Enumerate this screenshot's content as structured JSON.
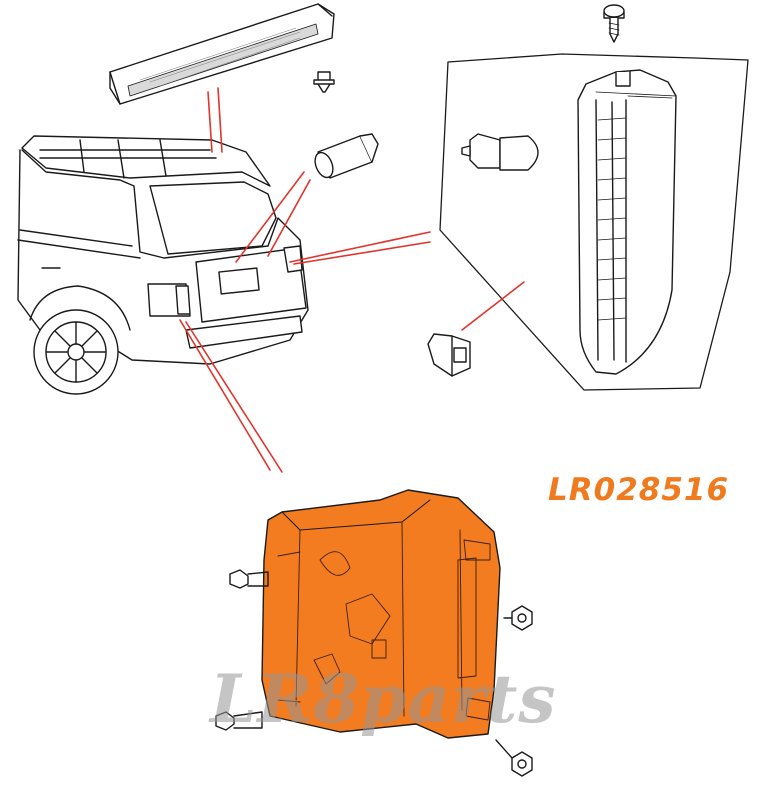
{
  "part_number": "LR028516",
  "watermark": "LR8parts",
  "colors": {
    "accent_orange": "#f07a1e",
    "lamp_fill": "#f37b20",
    "leader_red": "#e0342c",
    "line_ink": "#1a1a1a",
    "watermark_grey": "#999999"
  },
  "parts": [
    {
      "name": "high-mount-stop-lamp",
      "icon": "spoiler-lamp-icon"
    },
    {
      "name": "wedge-bulb",
      "icon": "bulb-icon"
    },
    {
      "name": "clip",
      "icon": "clip-icon"
    },
    {
      "name": "screw",
      "icon": "screw-icon"
    },
    {
      "name": "bayonet-bulb",
      "icon": "bulb-icon"
    },
    {
      "name": "grommet",
      "icon": "grommet-icon"
    },
    {
      "name": "rear-side-marker-lamp",
      "icon": "marker-lamp-icon"
    },
    {
      "name": "vehicle",
      "icon": "range-rover-icon"
    },
    {
      "name": "rear-tail-lamp",
      "icon": "tail-lamp-icon"
    },
    {
      "name": "pin-fastener",
      "icon": "pin-icon"
    },
    {
      "name": "nut",
      "icon": "nut-icon"
    }
  ]
}
